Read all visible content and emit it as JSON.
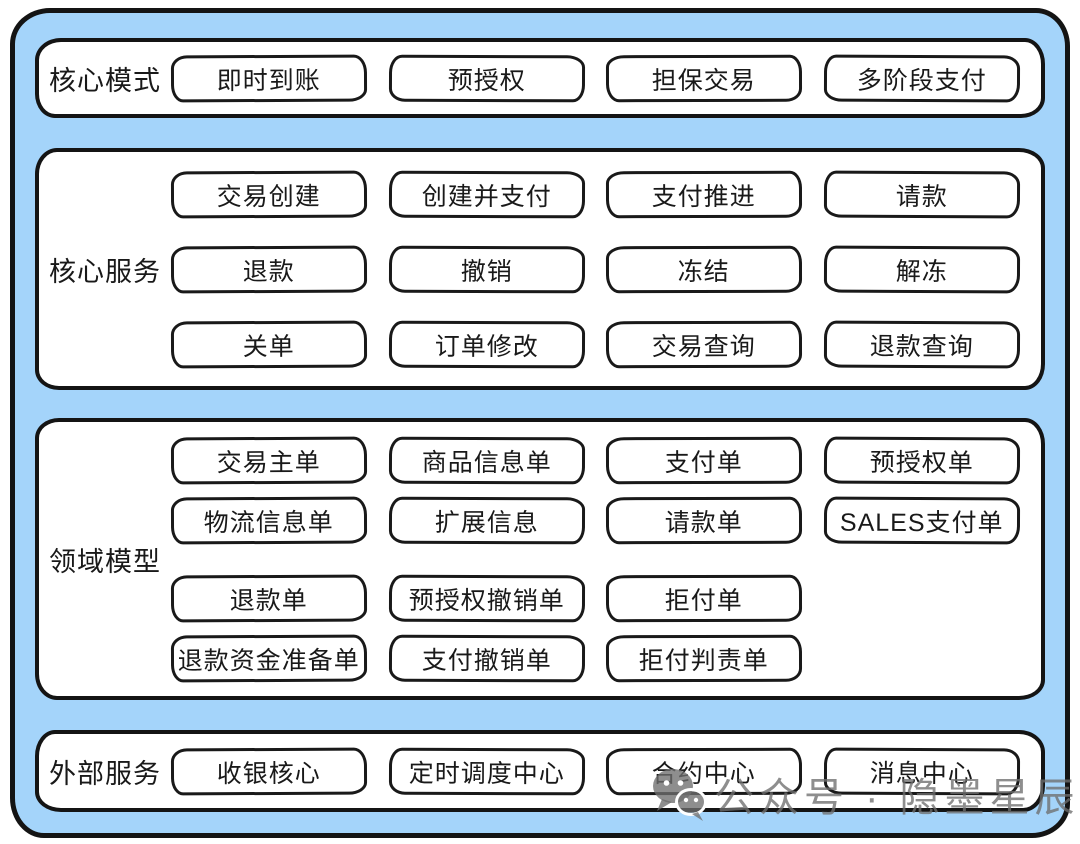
{
  "colors": {
    "container_blue": "#a4d4fa",
    "border_ink": "#141414",
    "box_background": "#ffffff",
    "watermark_gray": "#6e6e6e"
  },
  "sections": [
    {
      "label": "核心模式",
      "rows": [
        [
          "即时到账",
          "预授权",
          "担保交易",
          "多阶段支付"
        ]
      ]
    },
    {
      "label": "核心服务",
      "rows": [
        [
          "交易创建",
          "创建并支付",
          "支付推进",
          "请款"
        ],
        [
          "退款",
          "撤销",
          "冻结",
          "解冻"
        ],
        [
          "关单",
          "订单修改",
          "交易查询",
          "退款查询"
        ]
      ]
    },
    {
      "label": "领域模型",
      "rows": [
        [
          "交易主单",
          "商品信息单",
          "支付单",
          "预授权单"
        ],
        [
          "物流信息单",
          "扩展信息",
          "请款单",
          "SALES支付单"
        ],
        [
          "退款单",
          "预授权撤销单",
          "拒付单"
        ],
        [
          "退款资金准备单",
          "支付撤销单",
          "拒付判责单"
        ]
      ]
    },
    {
      "label": "外部服务",
      "rows": [
        [
          "收银核心",
          "定时调度中心",
          "合约中心",
          "消息中心"
        ]
      ]
    }
  ],
  "watermark": {
    "icon": "wechat-icon",
    "text": "公众号 · 隐墨星辰"
  }
}
